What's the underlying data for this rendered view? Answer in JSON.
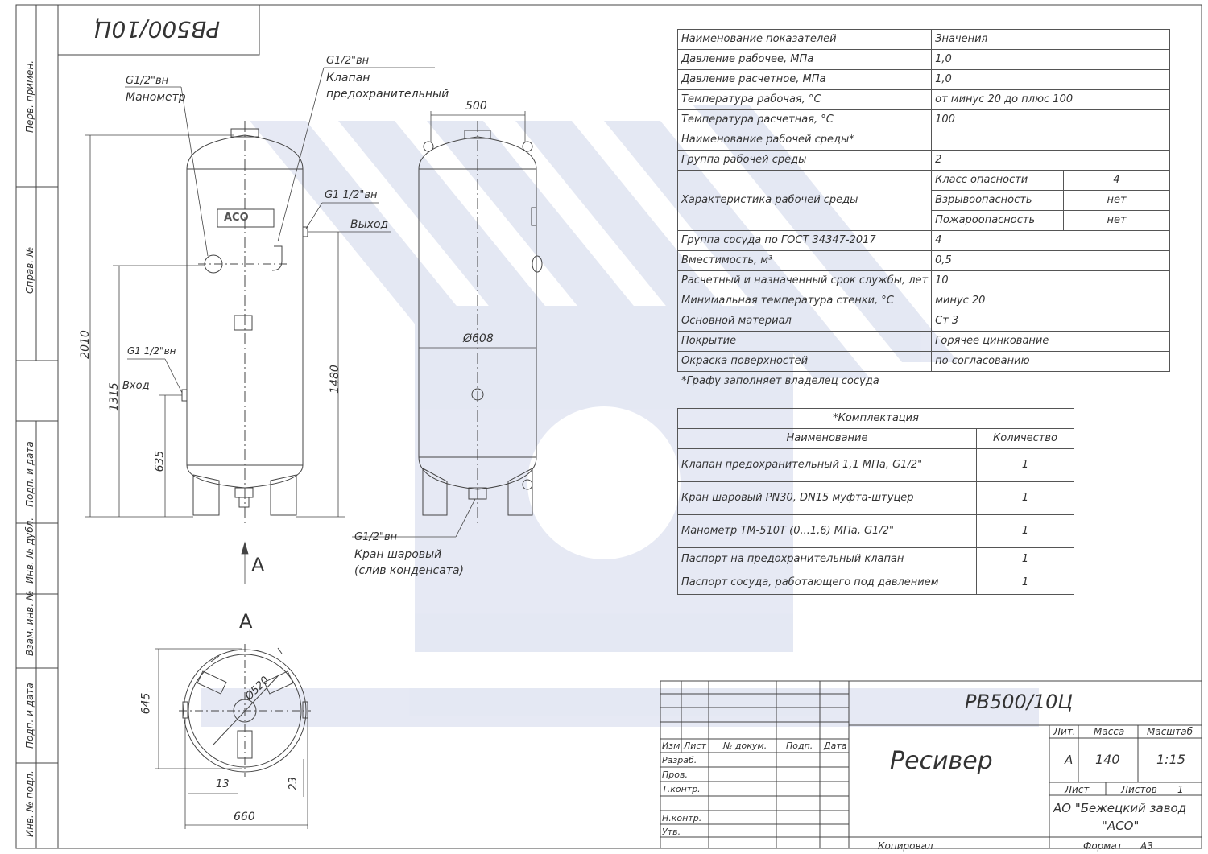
{
  "designation": "РВ500/10Ц",
  "designation_rotated": "РВ500/10Ц",
  "title_block": {
    "designation": "РВ500/10Ц",
    "name": "Ресивер",
    "lit_label": "Лит.",
    "mass_label": "Масса",
    "scale_label": "Масштаб",
    "lit_value": "А",
    "mass_value": "140",
    "scale_value": "1:15",
    "sheet_label": "Лист",
    "sheets_label": "Листов",
    "sheets_value": "1",
    "company_line1": "АО \"Бежецкий завод",
    "company_line2": "\"АСО\"",
    "copied": "Копировал",
    "format_label": "Формат",
    "format_value": "А3",
    "col_izm": "Изм.",
    "col_list": "Лист",
    "col_doc": "№ докум.",
    "col_sign": "Подп.",
    "col_date": "Дата",
    "row_razrab": "Разраб.",
    "row_prov": "Пров.",
    "row_tkontr": "Т.контр.",
    "row_nkontr": "Н.контр.",
    "row_utv": "Утв."
  },
  "side_stamps": [
    "Перв. примен.",
    "Справ. №",
    "Подп. и дата",
    "Инв. № дубл.",
    "Взам. инв. №",
    "Подп. и дата",
    "Инв. № подл."
  ],
  "params_table": {
    "header": [
      "Наименование показателей",
      "Значения"
    ],
    "rows": [
      [
        "Давление рабочее, МПа",
        "1,0"
      ],
      [
        "Давление расчетное, МПа",
        "1,0"
      ],
      [
        "Температура рабочая, °С",
        "от минус 20 до плюс 100"
      ],
      [
        "Температура расчетная, °С",
        "100"
      ],
      [
        "Наименование рабочей среды*",
        ""
      ],
      [
        "Группа рабочей среды",
        "2"
      ]
    ],
    "hazard": {
      "label": "Характеристика рабочей среды",
      "rows": [
        [
          "Класс опасности",
          "4"
        ],
        [
          "Взрывоопасность",
          "нет"
        ],
        [
          "Пожароопасность",
          "нет"
        ]
      ]
    },
    "rows2": [
      [
        "Группа сосуда по ГОСТ 34347-2017",
        "4"
      ],
      [
        "Вместимость, м³",
        "0,5"
      ],
      [
        "Расчетный и назначенный срок службы, лет",
        "10"
      ],
      [
        "Минимальная температура стенки, °С",
        "минус 20"
      ],
      [
        "Основной материал",
        "Ст 3"
      ],
      [
        "Покрытие",
        "Горячее цинкование"
      ],
      [
        "Окраска поверхностей",
        "по согласованию"
      ]
    ],
    "note": "*Графу заполняет владелец сосуда"
  },
  "kompl_table": {
    "title": "*Комплектация",
    "header": [
      "Наименование",
      "Количество"
    ],
    "rows": [
      [
        "Клапан предохранительный 1,1 МПа, G1/2\"",
        "1"
      ],
      [
        "Кран шаровый PN30, DN15 муфта-штуцер",
        "1"
      ],
      [
        "Манометр ТМ-510Т (0...1,6) МПа, G1/2\"",
        "1"
      ],
      [
        "Паспорт на предохранительный клапан",
        "1"
      ],
      [
        "Паспорт сосуда, работающего под давлением",
        "1"
      ]
    ]
  },
  "labels": {
    "g12_manometer": "G1/2\"вн",
    "manometer": "Манометр",
    "g12_valve": "G1/2\"вн",
    "valve_line1": "Клапан",
    "valve_line2": "предохранительный",
    "g112_out": "G1 1/2\"вн",
    "out": "Выход",
    "g112_in": "G1 1/2\"вн",
    "in": "Вход",
    "g12_drain": "G1/2\"вн",
    "drain_line1": "Кран шаровый",
    "drain_line2": "(слив конденсата)",
    "view_arrow": "А",
    "view_title": "А",
    "logo": "АСО"
  },
  "dimensions": {
    "d2010": "2010",
    "d1315": "1315",
    "d635": "635",
    "d1480": "1480",
    "d500": "500",
    "d608": "Ø608",
    "d520": "Ø520",
    "d645": "645",
    "d660": "660",
    "d13": "13",
    "d23": "23"
  }
}
